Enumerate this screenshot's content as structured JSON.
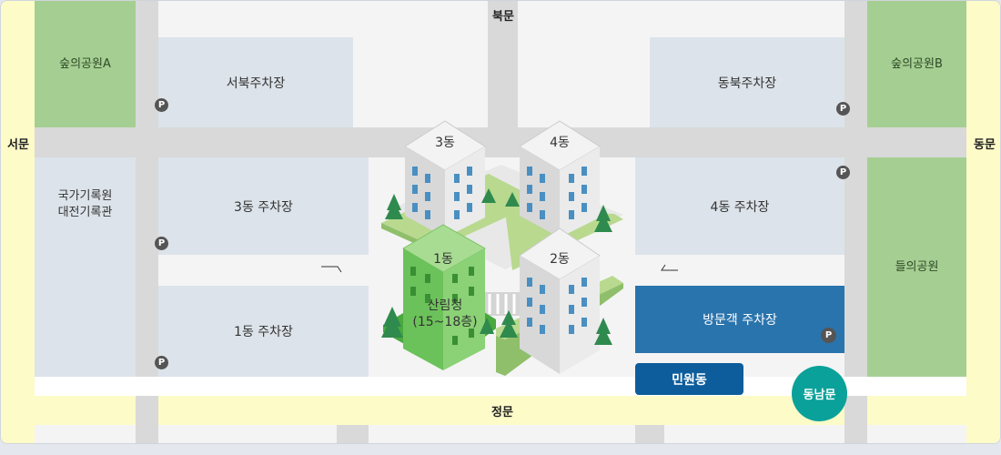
{
  "gates": {
    "north": "북문",
    "west": "서문",
    "east": "동문",
    "main": "정문",
    "southeast": "동남문"
  },
  "parks": {
    "forest_a": "숲의공원A",
    "forest_b": "숲의공원B",
    "field": "들의공원",
    "archive": "국가기록원\n대전기록관"
  },
  "parking": {
    "northwest": "서북주차장",
    "northeast": "동북주차장",
    "bldg3": "3동 주차장",
    "bldg4": "4동 주차장",
    "bldg1": "1동 주차장",
    "visitor": "방문객 주차장"
  },
  "parking_icon": "P",
  "buildings": {
    "b1": "1동",
    "b2": "2동",
    "b3": "3동",
    "b4": "4동",
    "forest_service": "산림청\n(15~18층)"
  },
  "civil_building": "민원동",
  "colors": {
    "accent_blue": "#2a74ad",
    "civil_blue": "#0d5d9c",
    "teal": "#0aa19a",
    "park_green": "#a5cf92",
    "building_green": "#6cc25a"
  }
}
